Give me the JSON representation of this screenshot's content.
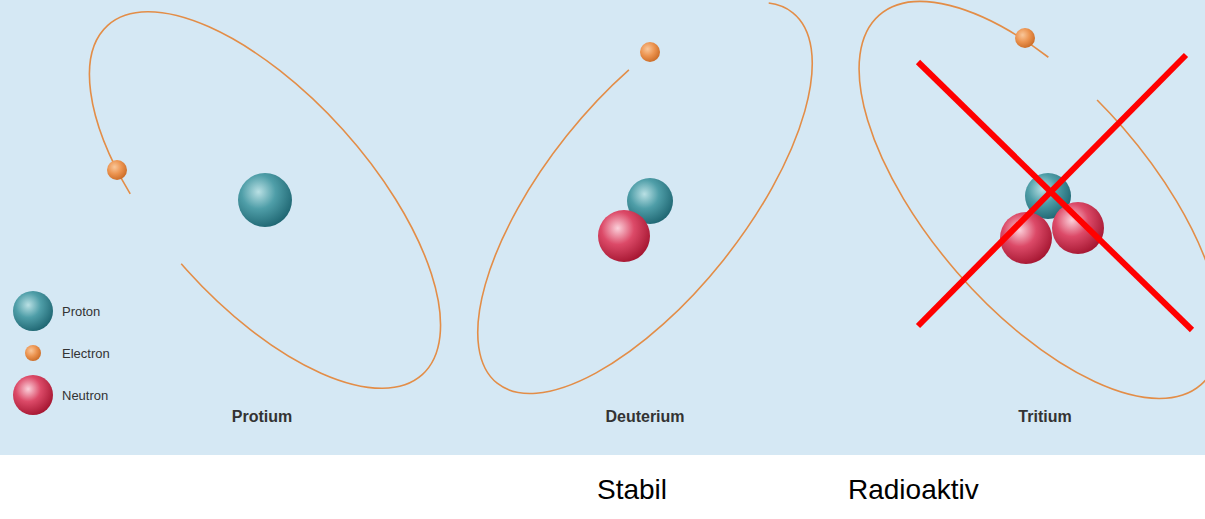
{
  "diagram": {
    "labels": [
      "Protium",
      "Deuterium",
      "Tritium",
      "Stabil",
      "Radioaktiv"
    ],
    "legend": [
      {
        "text": "Proton"
      },
      {
        "text": "Electron"
      },
      {
        "text": "Neutron"
      }
    ]
  }
}
